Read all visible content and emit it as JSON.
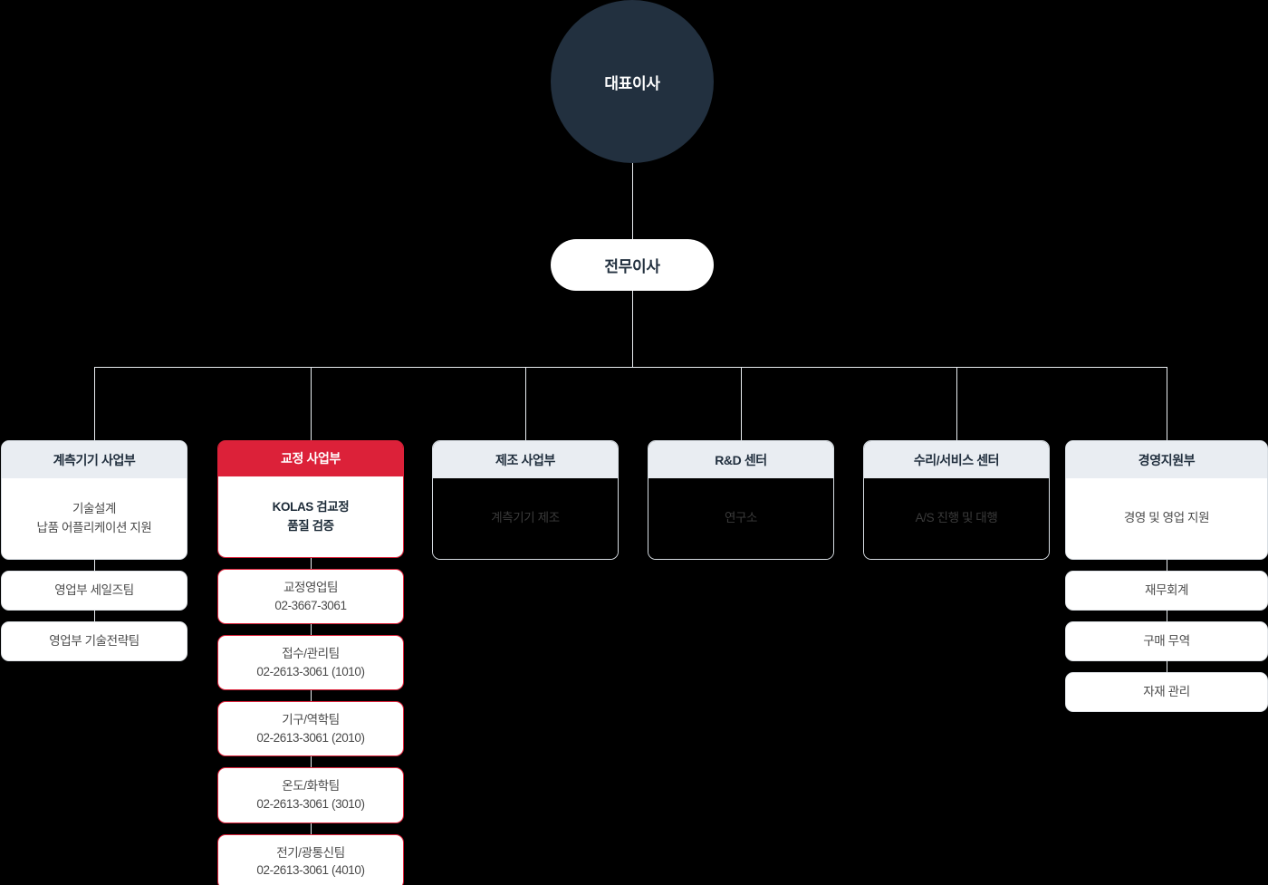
{
  "theme": {
    "background": "#000000",
    "accent": "#dc2139",
    "header_bg": "#e9edf2",
    "node_dark": "#22303f",
    "line": "#e9edf1",
    "card_white": "#ffffff"
  },
  "top": {
    "ceo": {
      "label": "대표이사",
      "shape": "circle"
    },
    "executive": {
      "label": "전무이사",
      "shape": "pill"
    }
  },
  "departments": [
    {
      "id": "measuring-instrument-division",
      "title": "계측기기 사업부",
      "body_line1": "기술설계",
      "body_line2": "납품 어플리케이션 지원",
      "accent": false,
      "body_style": "white",
      "children": [
        {
          "line1": "영업부 세일즈팀",
          "line2": ""
        },
        {
          "line1": "영업부 기술전략팀",
          "line2": ""
        }
      ]
    },
    {
      "id": "calibration-division",
      "title": "교정 사업부",
      "body_line1": "KOLAS 검교정",
      "body_line2": "품질 검증",
      "accent": true,
      "body_style": "white",
      "children": [
        {
          "line1": "교정영업팀",
          "line2": "02-3667-3061"
        },
        {
          "line1": "접수/관리팀",
          "line2": "02-2613-3061 (1010)"
        },
        {
          "line1": "기구/역학팀",
          "line2": "02-2613-3061  (2010)"
        },
        {
          "line1": "온도/화학팀",
          "line2": "02-2613-3061 (3010)"
        },
        {
          "line1": "전기/광통신팀",
          "line2": "02-2613-3061 (4010)"
        }
      ]
    },
    {
      "id": "manufacturing-division",
      "title": "제조 사업부",
      "body_line1": "계측기기 제조",
      "body_line2": "",
      "accent": false,
      "body_style": "dark",
      "children": []
    },
    {
      "id": "rnd-center",
      "title": "R&D 센터",
      "body_line1": "연구소",
      "body_line2": "",
      "accent": false,
      "body_style": "dark",
      "children": []
    },
    {
      "id": "repair-service-center",
      "title": "수리/서비스 센터",
      "body_line1": "A/S 진행 및 대행",
      "body_line2": "",
      "accent": false,
      "body_style": "dark",
      "children": []
    },
    {
      "id": "management-support",
      "title": "경영지원부",
      "body_line1": "경영 및 영업 지원",
      "body_line2": "",
      "accent": false,
      "body_style": "white",
      "children": [
        {
          "line1": "재무회계",
          "line2": ""
        },
        {
          "line1": "구매 무역",
          "line2": ""
        },
        {
          "line1": "자재 관리",
          "line2": ""
        }
      ]
    }
  ]
}
